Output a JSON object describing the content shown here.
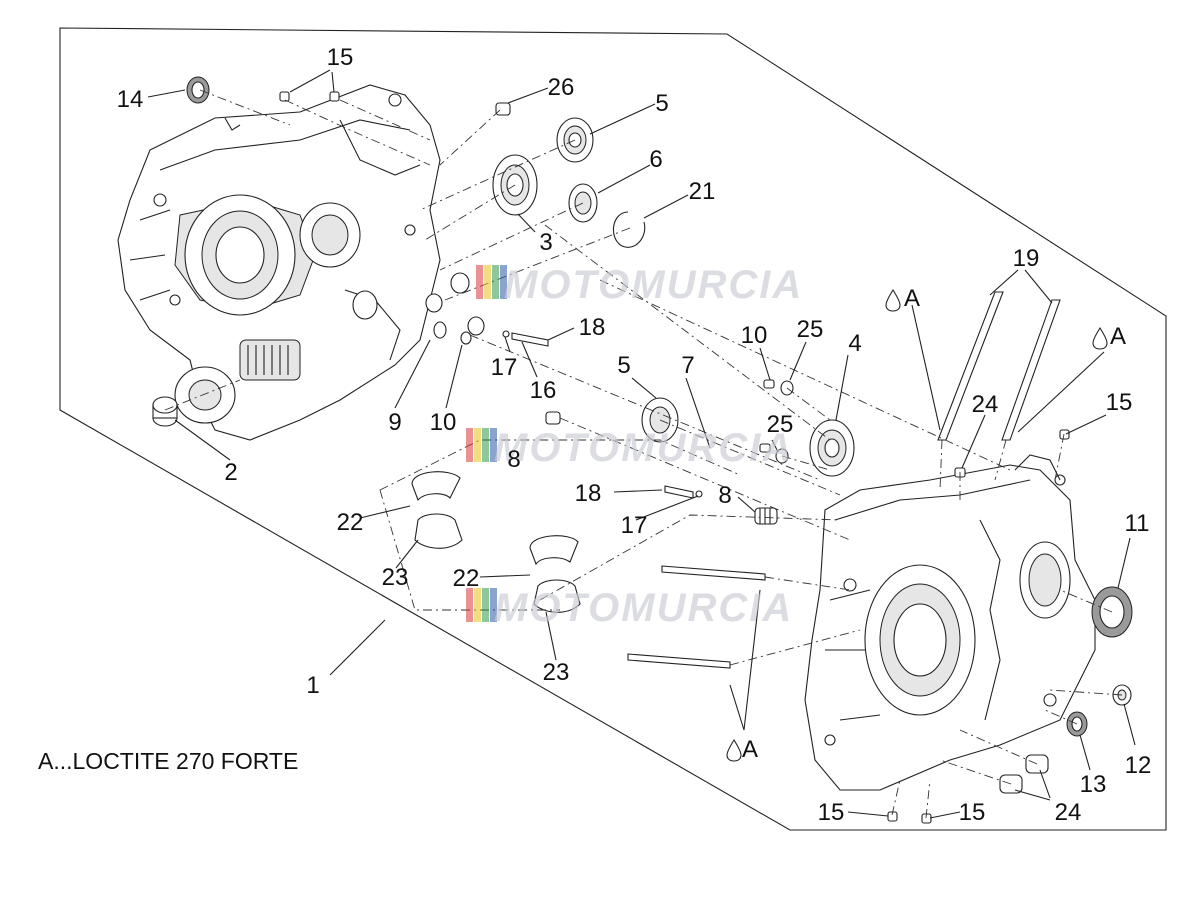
{
  "note": "A...LOCTITE 270 FORTE",
  "watermark": "MOTOMURCIA",
  "callouts": {
    "c1": "1",
    "c2": "2",
    "c3": "3",
    "c4": "4",
    "c5a": "5",
    "c5b": "5",
    "c6": "6",
    "c7": "7",
    "c8a": "8",
    "c8b": "8",
    "c9": "9",
    "c10a": "10",
    "c10b": "10",
    "c11": "11",
    "c12": "12",
    "c13": "13",
    "c14": "14",
    "c15a": "15",
    "c15b": "15",
    "c15c": "15",
    "c15d": "15",
    "c16": "16",
    "c17a": "17",
    "c17b": "17",
    "c18a": "18",
    "c18b": "18",
    "c19": "19",
    "c21": "21",
    "c22a": "22",
    "c22b": "22",
    "c23a": "23",
    "c23b": "23",
    "c24a": "24",
    "c24b": "24",
    "c25a": "25",
    "c25b": "25",
    "c26": "26",
    "a1": "A",
    "a2": "A",
    "a3": "A"
  },
  "colors": {
    "watermark_red": "#d9363e",
    "watermark_yellow": "#e8c21c",
    "watermark_green": "#2f9a4a",
    "watermark_blue": "#2c5aa8"
  }
}
